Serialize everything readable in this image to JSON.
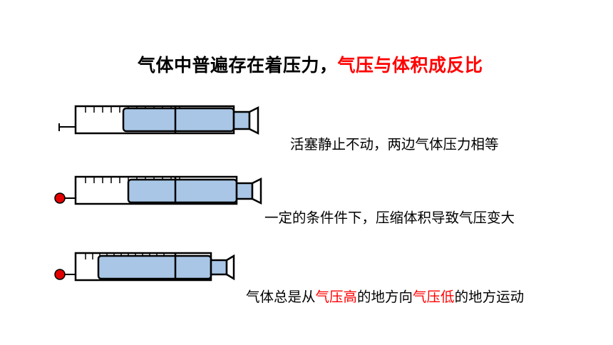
{
  "title": {
    "part1": "气体中普遍存在着压力，",
    "part2": "气压与体积成反比"
  },
  "captions": {
    "c1": "活塞静止不动，两边气体压力相等",
    "c2": "一定的条件件下，压缩体积导致气压变大",
    "c3": {
      "a": "气体总是从",
      "b": "气压高",
      "c": "的地方向",
      "d": "气压低",
      "e": "的地方运动"
    }
  },
  "colors": {
    "gas": "#a9c6e6",
    "valve": "#e30000",
    "highlight": "#ff0000",
    "outline": "#000000"
  }
}
